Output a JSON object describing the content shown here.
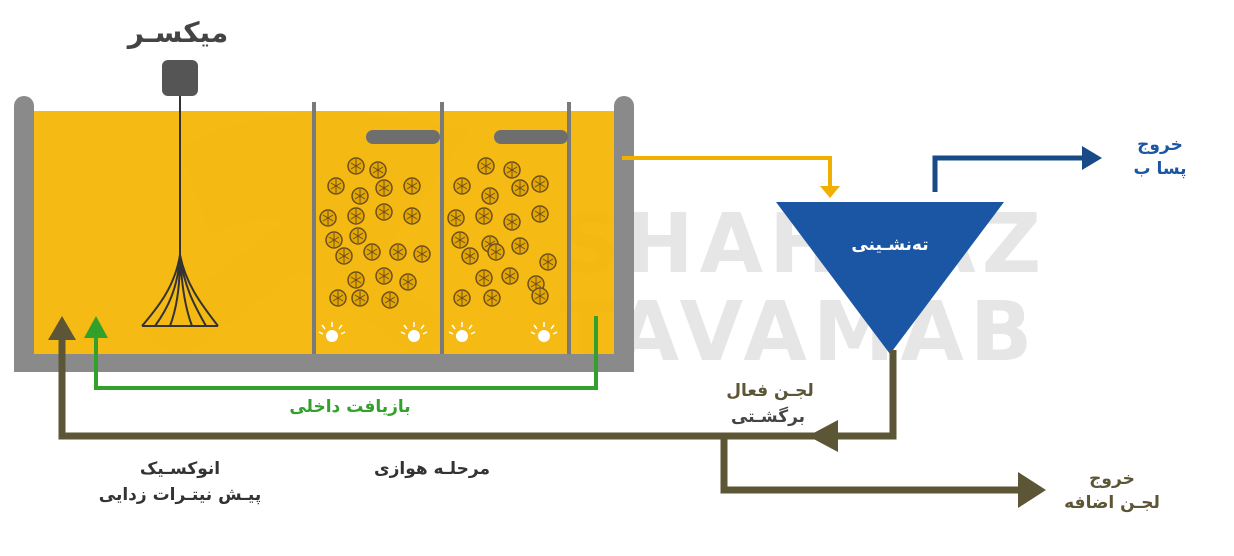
{
  "labels": {
    "mixer": "میکسـر",
    "clarifier": "تەنشـینی",
    "effluent_line1": "خروج",
    "effluent_line2": "پسا ب",
    "internal_recycle": "بازیافت داخلی",
    "ras_line1": "لجـن فعال",
    "ras_line2": "برگشـتی",
    "anoxic_line1": "انوکسـیک",
    "anoxic_line2": "پیـش نیتـرات زدایی",
    "aerobic": "مرحلـه هوازی",
    "was_line1": "خروج",
    "was_line2": "لجـن اضافه"
  },
  "watermark": {
    "line1": "SHAHBAZ",
    "line2": "TAVAMAB"
  },
  "colors": {
    "tank_liquid": "#F5B400",
    "tank_wall": "#8A8A8A",
    "clarifier": "#1A56A3",
    "effluent": "#174A86",
    "recycle_green": "#33A02C",
    "sludge_line": "#5C5536",
    "baffle": "#7A7A7A",
    "media": "#8B6A2B",
    "watermark": "#D0D0D0"
  },
  "icons": {
    "mixer": "mixer-motor-icon",
    "diffuser": "air-diffuser-icon",
    "media": "biofilm-media-icon"
  }
}
